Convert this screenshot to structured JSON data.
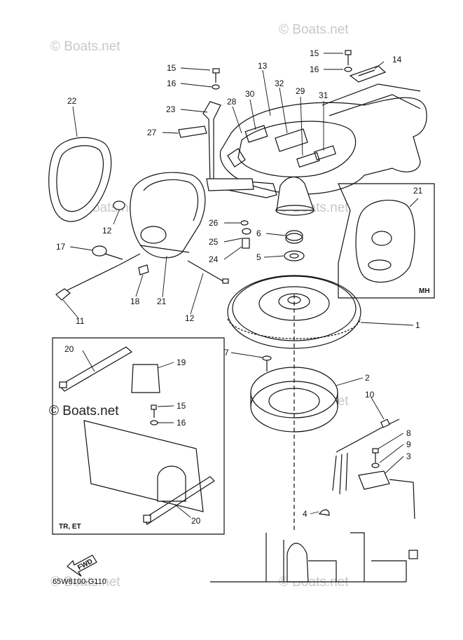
{
  "watermarks": [
    "© Boats.net",
    "© Boats.net",
    "© Boats.net",
    "© Boats.net",
    "© Boats.net",
    "© Boats.net",
    "© Boats.net",
    "© Boats.net"
  ],
  "callouts": [
    {
      "id": "c15a",
      "label": "15"
    },
    {
      "id": "c16a",
      "label": "16"
    },
    {
      "id": "c15b",
      "label": "15"
    },
    {
      "id": "c16b",
      "label": "16"
    },
    {
      "id": "c14",
      "label": "14"
    },
    {
      "id": "c13",
      "label": "13"
    },
    {
      "id": "c22",
      "label": "22"
    },
    {
      "id": "c30",
      "label": "30"
    },
    {
      "id": "c32",
      "label": "32"
    },
    {
      "id": "c29",
      "label": "29"
    },
    {
      "id": "c31",
      "label": "31"
    },
    {
      "id": "c28",
      "label": "28"
    },
    {
      "id": "c23",
      "label": "23"
    },
    {
      "id": "c27",
      "label": "27"
    },
    {
      "id": "c12a",
      "label": "12"
    },
    {
      "id": "c21a",
      "label": "21"
    },
    {
      "id": "c26",
      "label": "26"
    },
    {
      "id": "c6",
      "label": "6"
    },
    {
      "id": "c25",
      "label": "25"
    },
    {
      "id": "c24",
      "label": "24"
    },
    {
      "id": "c5",
      "label": "5"
    },
    {
      "id": "c17",
      "label": "17"
    },
    {
      "id": "c18",
      "label": "18"
    },
    {
      "id": "c21b",
      "label": "21"
    },
    {
      "id": "c12b",
      "label": "12"
    },
    {
      "id": "c11",
      "label": "11"
    },
    {
      "id": "c1",
      "label": "1"
    },
    {
      "id": "c7",
      "label": "7"
    },
    {
      "id": "c20a",
      "label": "20"
    },
    {
      "id": "c19",
      "label": "19"
    },
    {
      "id": "c15c",
      "label": "15"
    },
    {
      "id": "c16c",
      "label": "16"
    },
    {
      "id": "c20b",
      "label": "20"
    },
    {
      "id": "c2",
      "label": "2"
    },
    {
      "id": "c10",
      "label": "10"
    },
    {
      "id": "c8",
      "label": "8"
    },
    {
      "id": "c9",
      "label": "9"
    },
    {
      "id": "c3",
      "label": "3"
    },
    {
      "id": "c4",
      "label": "4"
    }
  ],
  "inset_mh_label": "MH",
  "inset_tr_label": "TR, ET",
  "fwd_label": "FWD",
  "diagram_code": "65W8100-G110"
}
